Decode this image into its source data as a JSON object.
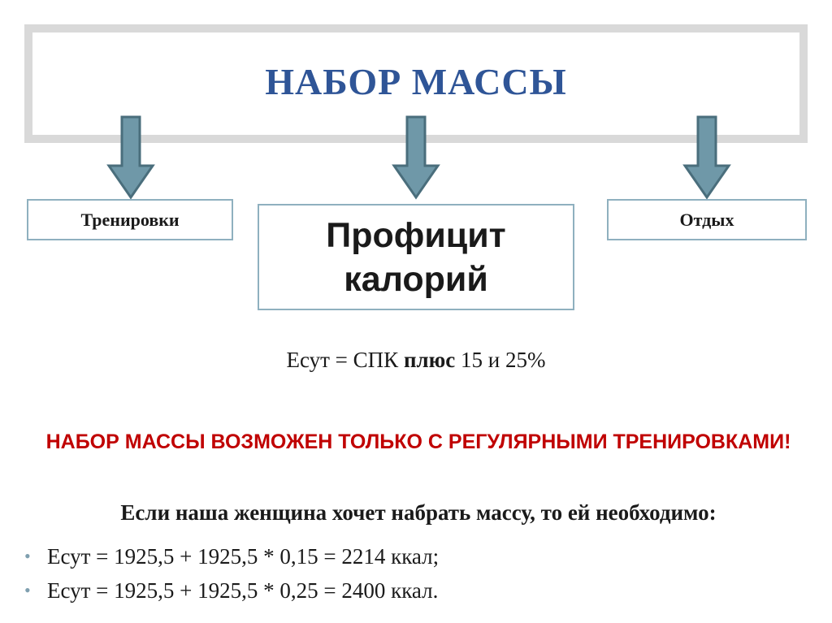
{
  "header": {
    "title": "НАБОР МАССЫ"
  },
  "boxes": {
    "left": "Тренировки",
    "center": "Профицит калорий",
    "right": "Отдых"
  },
  "formula": {
    "prefix": "Есут = СПК ",
    "bold": "плюс",
    "suffix": " 15 и 25%"
  },
  "warning": "НАБОР МАССЫ ВОЗМОЖЕН ТОЛЬКО С РЕГУЛЯРНЫМИ ТРЕНИРОВКАМИ!",
  "intro": "Если наша женщина хочет набрать массу, то ей необходимо:",
  "bullets": [
    "Есут = 1925,5 + 1925,5 * 0,15 = 2214 ккал;",
    "Есут = 1925,5 + 1925,5 * 0,25 = 2400 ккал."
  ],
  "colors": {
    "title": "#2f5597",
    "arrow_fill": "#6f98a8",
    "arrow_stroke": "#4a6e7c",
    "box_border": "#8fb0bf",
    "warning": "#c00000"
  }
}
